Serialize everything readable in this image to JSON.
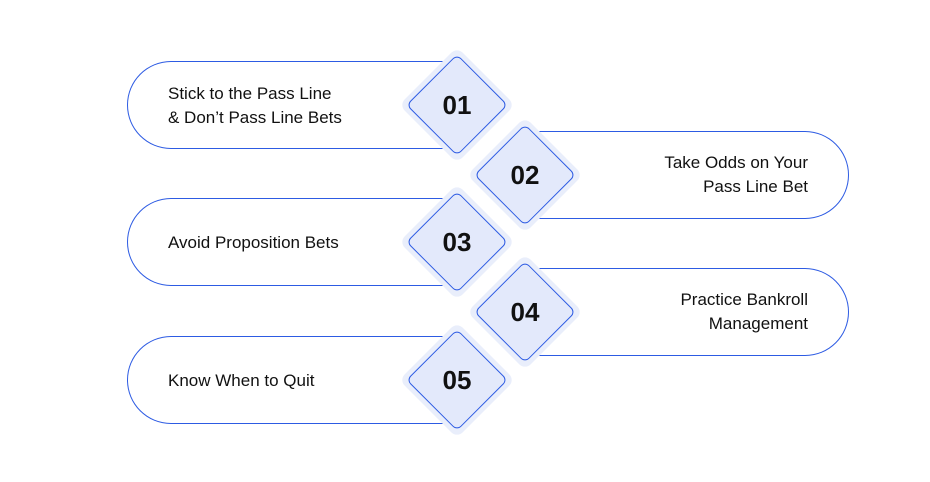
{
  "steps": [
    {
      "number": "01",
      "lines": [
        "Stick to the Pass Line",
        "& Don’t Pass Line Bets"
      ]
    },
    {
      "number": "02",
      "lines": [
        "Take Odds on Your",
        "Pass Line Bet"
      ]
    },
    {
      "number": "03",
      "lines": [
        "Avoid Proposition Bets"
      ]
    },
    {
      "number": "04",
      "lines": [
        "Practice Bankroll",
        "Management"
      ]
    },
    {
      "number": "05",
      "lines": [
        "Know When to Quit"
      ]
    }
  ],
  "colors": {
    "outline": "#2d5be3",
    "diamond_fill": "#e3e9fb",
    "text": "#111111"
  }
}
